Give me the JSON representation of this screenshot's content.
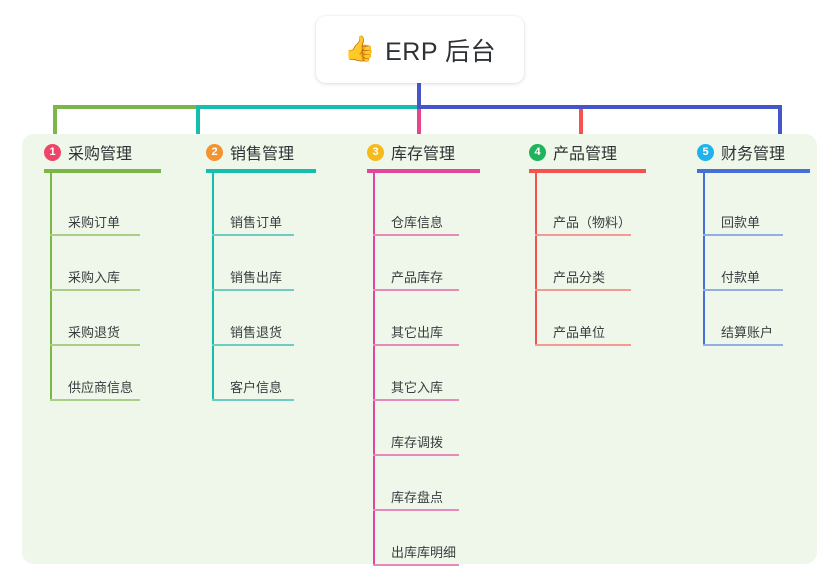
{
  "root": {
    "icon": "thumbs-up-icon",
    "emoji": "👍",
    "title": "ERP 后台"
  },
  "panel": {
    "background": "#eef7e9"
  },
  "trunk_color": "#4456c8",
  "columns": [
    {
      "index": "1",
      "title": "采购管理",
      "badge_color": "#f0456b",
      "line_color": "#7ab648",
      "rule_color": "#a9cf86",
      "stub_color": "#7ab648",
      "bar_color": "#7ab648",
      "items": [
        "采购订单",
        "采购入库",
        "采购退货",
        "供应商信息"
      ]
    },
    {
      "index": "2",
      "title": "销售管理",
      "badge_color": "#f5942f",
      "line_color": "#16bfad",
      "rule_color": "#6fccc3",
      "stub_color": "#16bfad",
      "bar_color": "#16bfad",
      "items": [
        "销售订单",
        "销售出库",
        "销售退货",
        "客户信息"
      ]
    },
    {
      "index": "3",
      "title": "库存管理",
      "badge_color": "#f5bb1d",
      "line_color": "#e0479a",
      "rule_color": "#e58ab9",
      "stub_color": "#e8458f",
      "bar_color": "#4456c8",
      "items": [
        "仓库信息",
        "产品库存",
        "其它出库",
        "其它入库",
        "库存调拨",
        "库存盘点",
        "出库库明细"
      ]
    },
    {
      "index": "4",
      "title": "产品管理",
      "badge_color": "#1fb35c",
      "line_color": "#f4514f",
      "rule_color": "#f39a95",
      "stub_color": "#f4514f",
      "bar_color": "#4456c8",
      "items": [
        "产品（物料）",
        "产品分类",
        "产品单位"
      ]
    },
    {
      "index": "5",
      "title": "财务管理",
      "badge_color": "#20b2e8",
      "line_color": "#4670d8",
      "rule_color": "#93aee5",
      "stub_color": "#4456c8",
      "bar_color": "#4456c8",
      "items": [
        "回款单",
        "付款单",
        "结算账户"
      ]
    }
  ]
}
